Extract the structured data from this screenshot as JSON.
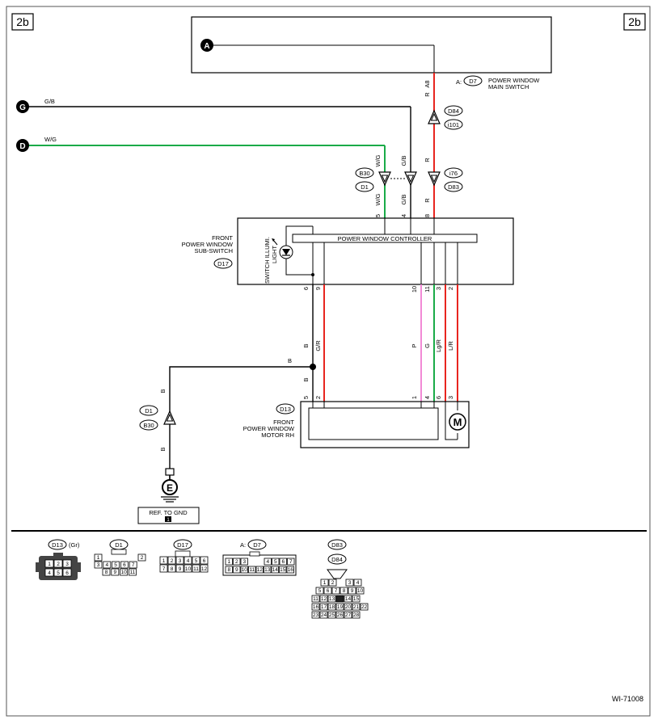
{
  "page": {
    "corner_left": "2b",
    "corner_right": "2b",
    "drawing_number": "WI-71008"
  },
  "nodes": {
    "A": "A",
    "G": "G",
    "D": "D",
    "E": "E"
  },
  "main_switch": {
    "prefix": "A:",
    "code": "D7",
    "line1": "POWER WINDOW",
    "line2": "MAIN SWITCH",
    "pin": "A8"
  },
  "wires": {
    "g_b": "G/B",
    "w_g": "W/G",
    "r": "R",
    "b": "B",
    "g_r": "G/R",
    "p": "P",
    "g": "G",
    "lg_r": "Lg/R",
    "l_r": "L/R"
  },
  "connectors": {
    "d84": "D84",
    "i101": "i101",
    "b30": "B30",
    "d1": "D1",
    "i76": "i76",
    "d83": "D83"
  },
  "sub_switch": {
    "line1": "FRONT",
    "line2": "POWER WINDOW",
    "line3": "SUB-SWITCH",
    "code": "D17",
    "controller": "POWER WINDOW CONTROLLER",
    "illumi_line1": "SWITCH ILLUMI.",
    "illumi_line2": "LIGHT",
    "pins_top": [
      "5",
      "4",
      "8"
    ],
    "pins_bottom": [
      "6",
      "9",
      "10",
      "11",
      "3",
      "2"
    ]
  },
  "motor": {
    "code": "D13",
    "line1": "FRONT",
    "line2": "POWER WINDOW",
    "line3": "MOTOR RH",
    "symbol": "M",
    "pins": [
      "5",
      "2",
      "1",
      "4",
      "6",
      "3"
    ]
  },
  "ground": {
    "ref": "REF. TO GND",
    "ref_num": "1"
  },
  "views": {
    "d13_code": "D13",
    "d13_color": "(Gr)",
    "d13_pins": [
      "1",
      "2",
      "3",
      "4",
      "5",
      "6"
    ],
    "d1_code": "D1",
    "d1_pins": [
      "1",
      "2",
      "3",
      "4",
      "5",
      "6",
      "7",
      "8",
      "9",
      "10",
      "11"
    ],
    "d17_code": "D17",
    "d17_pins": [
      "1",
      "2",
      "3",
      "4",
      "5",
      "6",
      "7",
      "8",
      "9",
      "10",
      "11",
      "12"
    ],
    "d7_prefix": "A:",
    "d7_code": "D7",
    "d7_pins": [
      "1",
      "2",
      "3",
      "4",
      "5",
      "6",
      "7",
      "8",
      "9",
      "10",
      "11",
      "12",
      "13",
      "14",
      "15",
      "16"
    ],
    "d83_code": "D83",
    "d84_code": "D84",
    "d83_pins": [
      "1",
      "2",
      "3",
      "4",
      "5",
      "6",
      "7",
      "8",
      "9",
      "10",
      "11",
      "12",
      "13",
      "14",
      "15",
      "16",
      "17",
      "18",
      "19",
      "20",
      "21",
      "22",
      "23",
      "24",
      "25",
      "26",
      "27",
      "28"
    ]
  },
  "colors": {
    "red": "#e8251f",
    "green": "#1aab48",
    "pink": "#f28ad6",
    "black": "#000000"
  }
}
